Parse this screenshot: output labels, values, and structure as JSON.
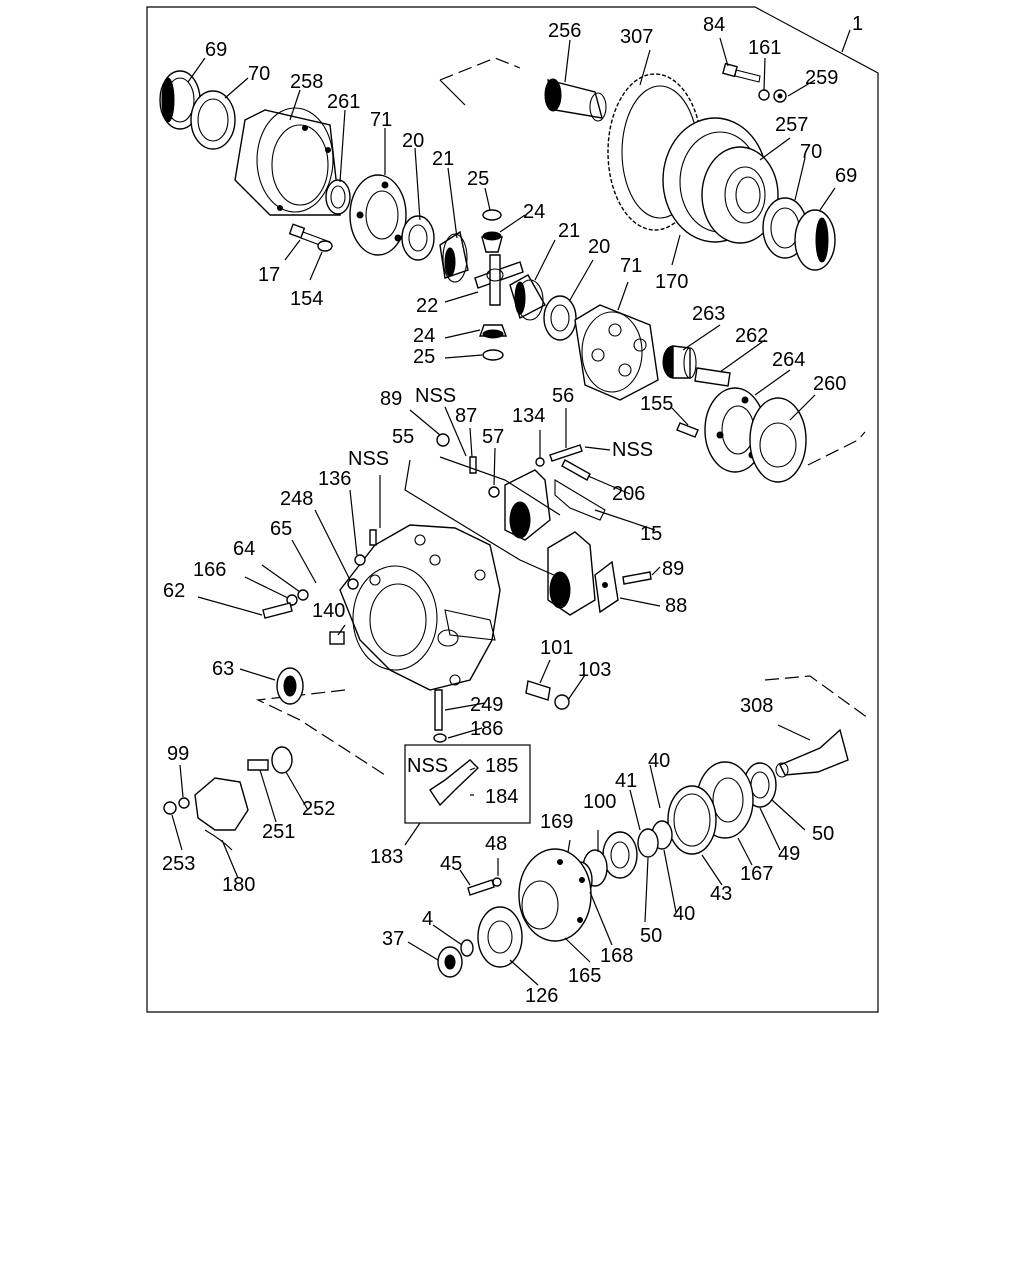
{
  "diagram": {
    "labels": [
      "1",
      "69",
      "70",
      "258",
      "261",
      "71",
      "20",
      "21",
      "25",
      "24",
      "17",
      "154",
      "22",
      "256",
      "307",
      "84",
      "161",
      "259",
      "257",
      "170",
      "263",
      "262",
      "264",
      "260",
      "155",
      "89",
      "NSS",
      "87",
      "57",
      "134",
      "56",
      "55",
      "136",
      "248",
      "65",
      "64",
      "166",
      "62",
      "140",
      "63",
      "206",
      "15",
      "89",
      "88",
      "101",
      "103",
      "249",
      "186",
      "99",
      "253",
      "180",
      "251",
      "252",
      "NSS",
      "185",
      "184",
      "183",
      "308",
      "40",
      "41",
      "100",
      "169",
      "48",
      "45",
      "4",
      "37",
      "126",
      "165",
      "168",
      "50",
      "40",
      "43",
      "167",
      "49",
      "50",
      "69",
      "70",
      "71",
      "20",
      "21",
      "24",
      "25",
      "NSS"
    ]
  }
}
